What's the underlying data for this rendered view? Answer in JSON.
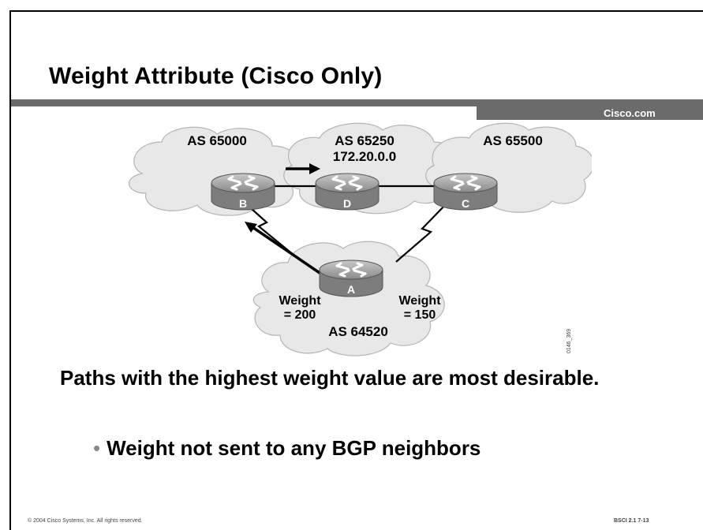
{
  "slide": {
    "title": "Weight Attribute (Cisco Only)",
    "brand": "Cisco.com",
    "body_text": "Paths with the highest weight value are most desirable.",
    "bullets": [
      {
        "text": "Weight not sent to any BGP neighbors"
      }
    ],
    "copyright": "© 2004 Cisco Systems, Inc. All rights reserved.",
    "page_code": "BSCI 2.1    7-13"
  },
  "diagram": {
    "clouds": [
      {
        "label": "AS 65000"
      },
      {
        "label": "AS 65250",
        "sublabel": "172.20.0.0"
      },
      {
        "label": "AS 65500"
      },
      {
        "label": "AS 64520"
      }
    ],
    "routers": [
      {
        "label": "B"
      },
      {
        "label": "D"
      },
      {
        "label": "C"
      },
      {
        "label": "A"
      }
    ],
    "weights": [
      {
        "line1": "Weight",
        "line2": "= 200"
      },
      {
        "line1": "Weight",
        "line2": "= 150"
      }
    ],
    "figure_id": "0146_369",
    "colors": {
      "cloud_fill": "#e9e9e9",
      "cloud_stroke": "#b8b8b8",
      "router_fill": "#8c8c8c",
      "bar_dark": "#666666"
    }
  }
}
